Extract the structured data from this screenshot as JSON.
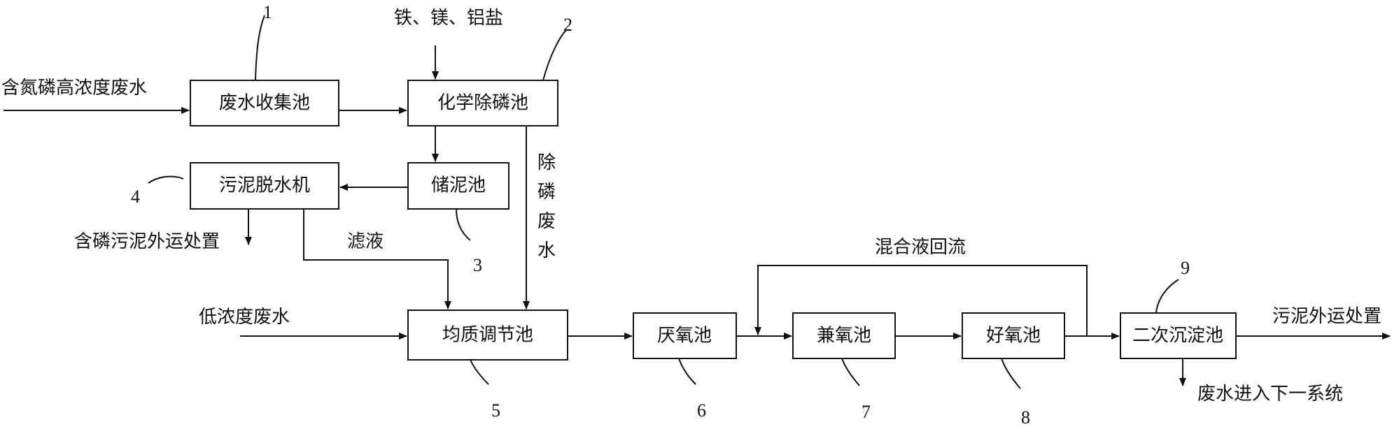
{
  "diagram": {
    "boxes": {
      "collection": "废水收集池",
      "chem_removal": "化学除磷池",
      "dewater": "污泥脱水机",
      "sludge_store": "储泥池",
      "equalization": "均质调节池",
      "anaerobic": "厌氧池",
      "anoxic": "兼氧池",
      "aerobic": "好氧池",
      "secondary": "二次沉淀池"
    },
    "labels": {
      "high_conc": "含氮磷高浓度废水",
      "salts": "铁、镁、铝盐",
      "p_sludge_out": "含磷污泥外运处置",
      "filtrate": "滤液",
      "removal_ww": [
        "除",
        "磷",
        "废",
        "水"
      ],
      "low_conc": "低浓度废水",
      "mix_return": "混合液回流",
      "sludge_out": "污泥外运处置",
      "next_system": "废水进入下一系统"
    },
    "numbers": [
      "1",
      "2",
      "3",
      "4",
      "5",
      "6",
      "7",
      "8",
      "9"
    ]
  }
}
